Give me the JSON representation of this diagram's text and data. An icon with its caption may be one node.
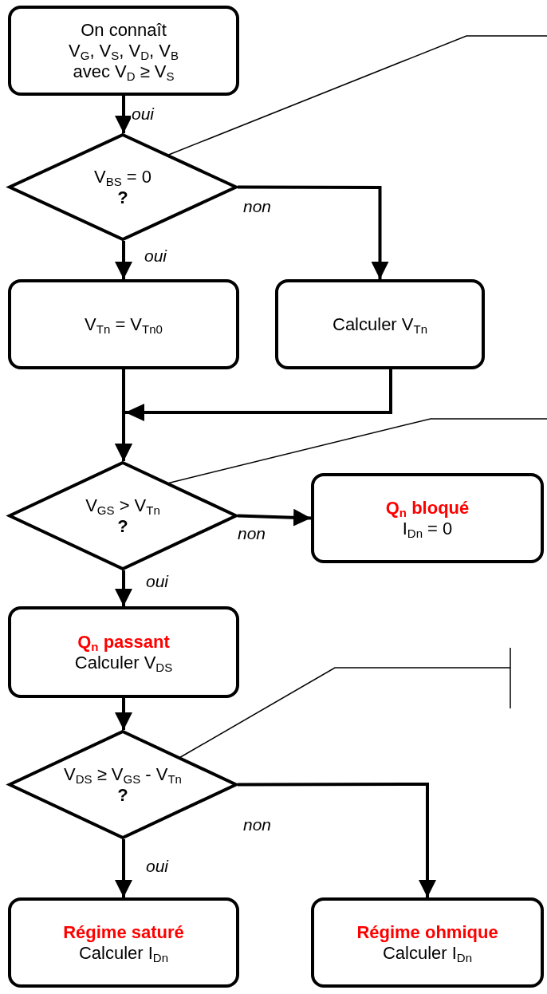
{
  "diagram": {
    "nodes": [
      {
        "text": [
          "On connaît",
          "V$_{G}$, V$_{S}$, V$_{D}$, V$_{B}$ avec V$_{D}$ ≥ V$_{S}$"
        ]
      },
      {
        "text": [
          "V$_{BS}$ = 0",
          "?"
        ]
      },
      {
        "text": [
          "V$_{Tn}$ = V$_{Tn0}$"
        ]
      },
      {
        "text": [
          "Calculer V$_{Tn}$"
        ]
      },
      {
        "text": [
          "V$_{GS}$ > V$_{Tn}$",
          "?"
        ]
      },
      {
        "text": [
          "Q$_{n}$ bloqué",
          "I$_{Dn}$ = 0"
        ]
      },
      {
        "text": [
          "Q$_{n}$ passant",
          "Calculer V$_{DS}$"
        ]
      },
      {
        "text": [
          "V$_{DS}$ ≥ V$_{GS}$ - V$_{Tn}$",
          "?"
        ]
      },
      {
        "text": [
          "Régime saturé",
          "Calculer I$_{Dn}$"
        ]
      },
      {
        "text": [
          "Régime ohmique",
          "Calculer I$_{Dn}$"
        ]
      }
    ],
    "edges": [
      {
        "from": 0,
        "to": 1,
        "arrow": "to",
        "label": "oui"
      },
      {
        "from": 1,
        "to": 2,
        "arrow": "to",
        "label": "oui"
      },
      {
        "from": 1,
        "to": 3,
        "arrow": "to",
        "label": "non"
      },
      {
        "from": 2,
        "to": 4,
        "arrow": "to"
      },
      {
        "from": 3,
        "to": 4,
        "arrow": "to"
      },
      {
        "from": 4,
        "to": 5,
        "arrow": "to",
        "label": "non"
      },
      {
        "from": 4,
        "to": 6,
        "arrow": "to",
        "label": "oui"
      },
      {
        "from": 6,
        "to": 7,
        "arrow": "to"
      },
      {
        "from": 7,
        "to": 8,
        "arrow": "to",
        "label": "oui"
      },
      {
        "from": 7,
        "to": 9,
        "arrow": "to",
        "label": "non"
      },
      {
        "from": 1,
        "to": null,
        "arrow": "none"
      },
      {
        "from": 4,
        "to": null,
        "arrow": "none"
      },
      {
        "from": 7,
        "to": null,
        "arrow": "none"
      }
    ]
  }
}
